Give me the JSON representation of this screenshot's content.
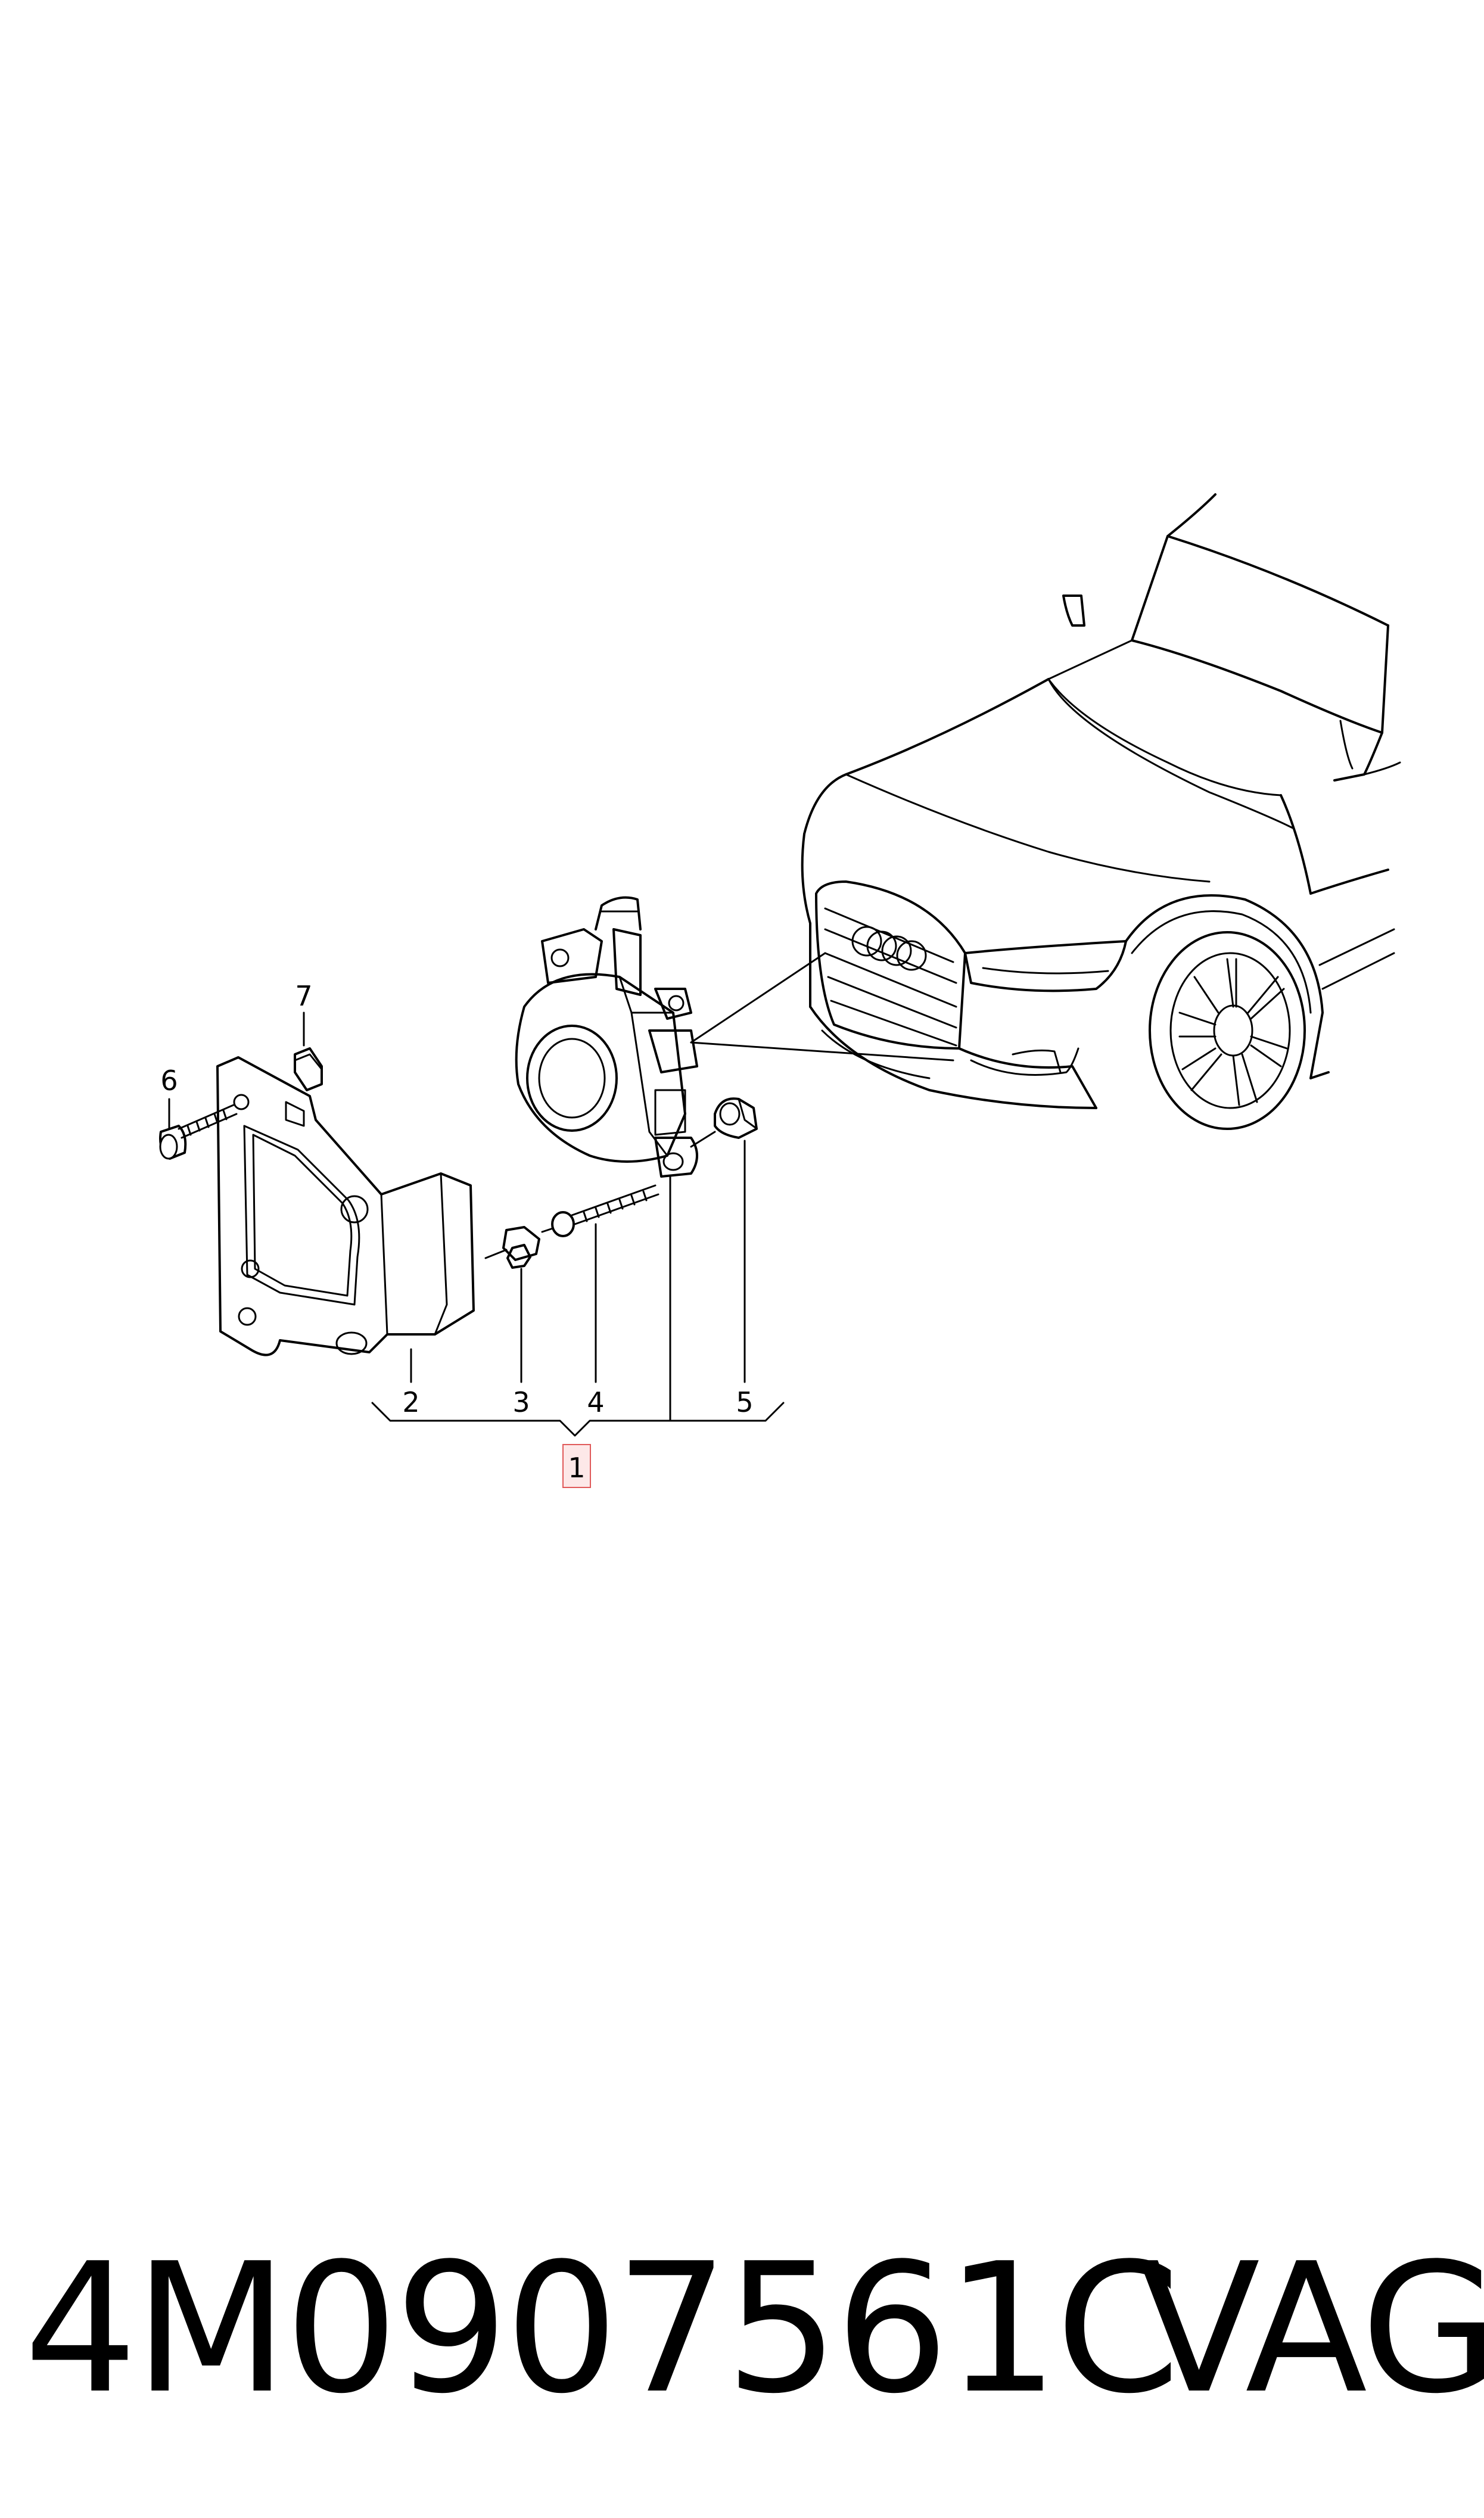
{
  "callouts": [
    {
      "id": "1",
      "label": "1",
      "highlighted": true
    },
    {
      "id": "2",
      "label": "2"
    },
    {
      "id": "3",
      "label": "3"
    },
    {
      "id": "4",
      "label": "4"
    },
    {
      "id": "5",
      "label": "5"
    },
    {
      "id": "6",
      "label": "6"
    },
    {
      "id": "7",
      "label": "7"
    }
  ],
  "footer": {
    "part_number": "4M0907561C",
    "brand": "VAG"
  },
  "colors": {
    "line": "#000000",
    "highlight_fill": "#fde8e8",
    "highlight_stroke": "#e05a5a"
  }
}
